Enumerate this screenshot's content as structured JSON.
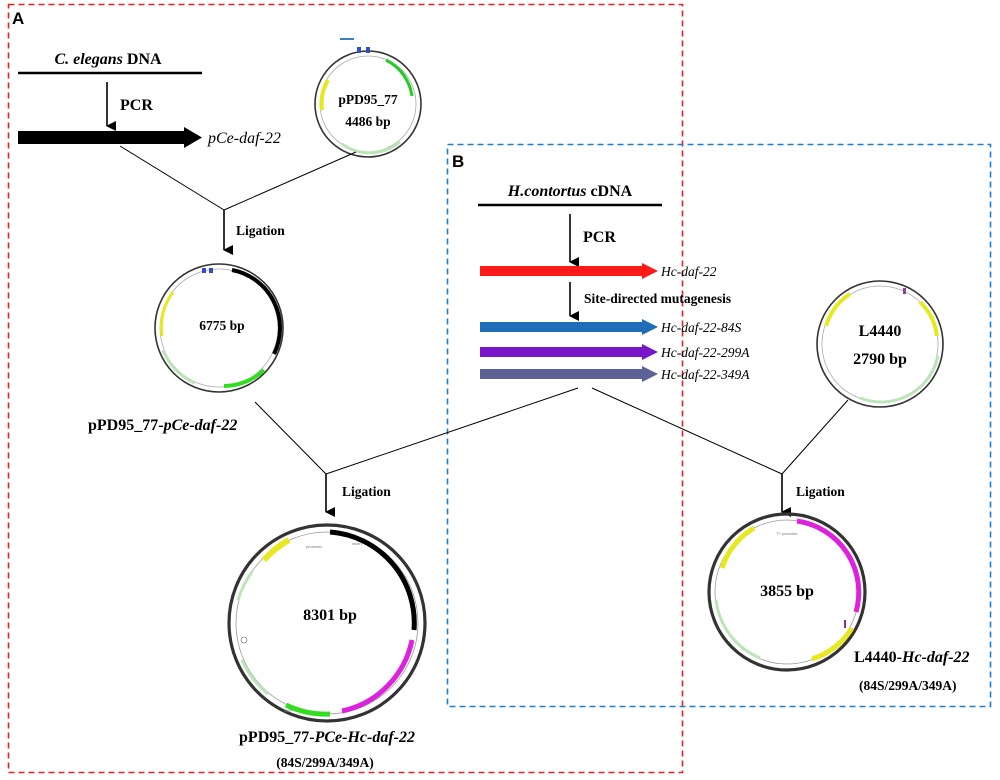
{
  "panel_a": {
    "letter": "A",
    "source_label_italic": "C. elegans",
    "source_label_rest": " DNA",
    "pcr_label": "PCR",
    "product_label": "pCe-daf-22",
    "vector": {
      "name": "pPD95_77",
      "size": "4486 bp"
    },
    "ligation1_label": "Ligation",
    "intermediate": {
      "size": "6775 bp",
      "name_prefix": "pPD95_77-",
      "name_italic": "pCe-daf-22"
    },
    "ligation2_label": "Ligation",
    "final": {
      "size": "8301 bp",
      "name_prefix": "pPD95_77-",
      "name_italic": "PCe-Hc-daf-22",
      "variants": "(84S/299A/349A)"
    }
  },
  "panel_b": {
    "letter": "B",
    "source_label_italic": "H.contortus",
    "source_label_rest": " cDNA",
    "pcr_label": "PCR",
    "mutagenesis_label": "Site-directed mutagenesis",
    "genes": [
      {
        "label": "Hc-daf-22",
        "color": "#ff1a1a"
      },
      {
        "label": "Hc-daf-22-84S",
        "color": "#1f6fb8"
      },
      {
        "label": "Hc-daf-22-299A",
        "color": "#7a16c9"
      },
      {
        "label": "Hc-daf-22-349A",
        "color": "#5d6196"
      }
    ],
    "vector": {
      "name": "L4440",
      "size": "2790 bp"
    },
    "ligation_label": "Ligation",
    "final": {
      "size": "3855 bp",
      "name_prefix": "L4440-",
      "name_italic": "Hc-daf-22",
      "variants": "(84S/299A/349A)"
    }
  },
  "colors": {
    "panel_a_border": "#e82020",
    "panel_b_border": "#1a7fd6",
    "insert_black": "#000000",
    "gfp_green": "#33dd22",
    "magenta": "#dd22dd",
    "yellow": "#eeee22",
    "pale_green": "#cfeacb"
  }
}
